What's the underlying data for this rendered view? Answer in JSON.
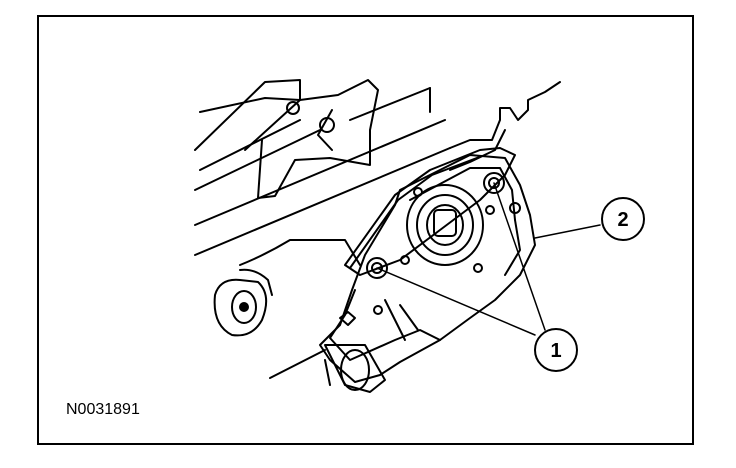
{
  "figure": {
    "id": "N0031891",
    "callouts": [
      {
        "number": "1"
      },
      {
        "number": "2"
      }
    ]
  }
}
